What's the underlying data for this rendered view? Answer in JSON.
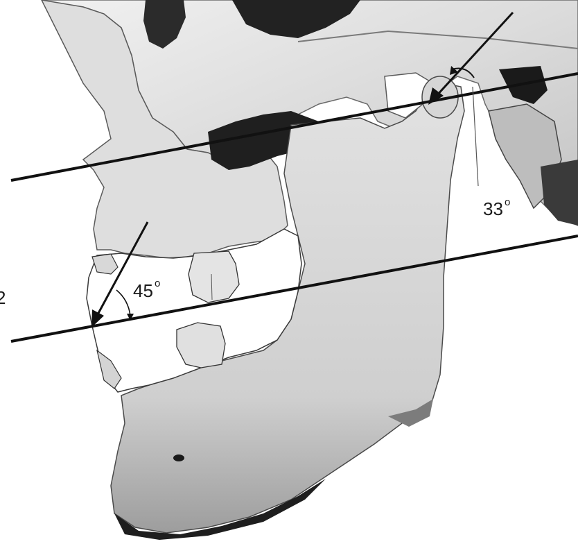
{
  "figure": {
    "left_edge_label": "2",
    "anterior_angle": {
      "value": "45",
      "degree_mark": "o"
    },
    "posterior_angle": {
      "value": "33",
      "degree_mark": "o"
    }
  },
  "colors": {
    "ink": "#111111",
    "bone_light": "#e9e9e9",
    "bone_mid": "#c9c9c9",
    "bone_dark": "#8a8a8a",
    "shadow": "#2a2a2a",
    "background": "#ffffff"
  },
  "icons": {
    "anterior_arrow": "arrow-down-left-icon",
    "posterior_arrow": "arrow-down-left-icon"
  }
}
